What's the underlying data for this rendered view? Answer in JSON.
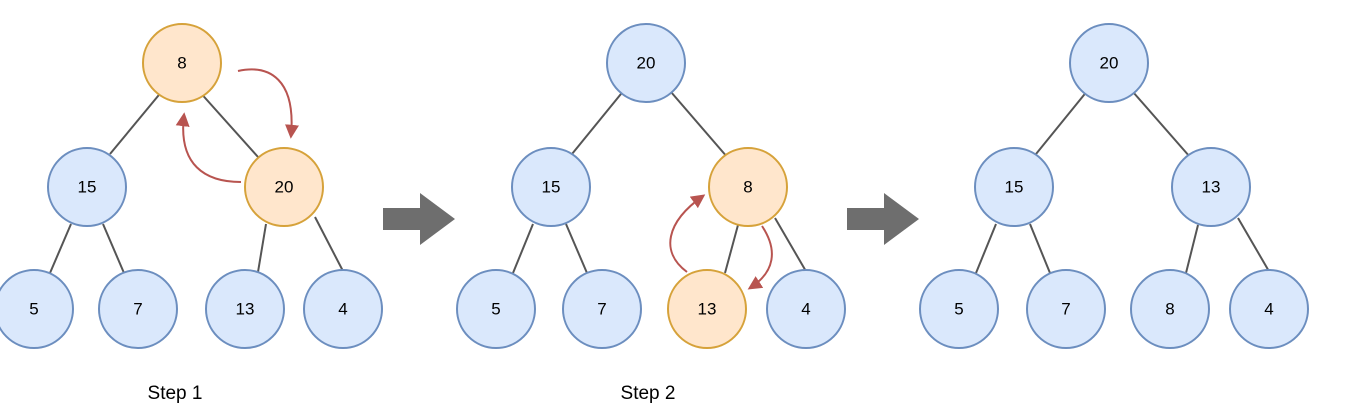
{
  "colors": {
    "node_fill": "#dae8fc",
    "node_stroke": "#6c8ebf",
    "highlight_fill": "#ffe6cc",
    "highlight_stroke": "#d6a23a",
    "edge": "#555555",
    "swap_arrow": "#b85450",
    "step_arrow": "#6e6e6e"
  },
  "trees": [
    {
      "name": "step-1",
      "caption": "Step 1",
      "nodes": [
        "8",
        "15",
        "20",
        "5",
        "7",
        "13",
        "4"
      ],
      "highlighted": [
        0,
        2
      ]
    },
    {
      "name": "step-2",
      "caption": "Step 2",
      "nodes": [
        "20",
        "15",
        "8",
        "5",
        "7",
        "13",
        "4"
      ],
      "highlighted": [
        2,
        5
      ]
    },
    {
      "name": "result",
      "caption": "",
      "nodes": [
        "20",
        "15",
        "13",
        "5",
        "7",
        "8",
        "4"
      ],
      "highlighted": []
    }
  ]
}
